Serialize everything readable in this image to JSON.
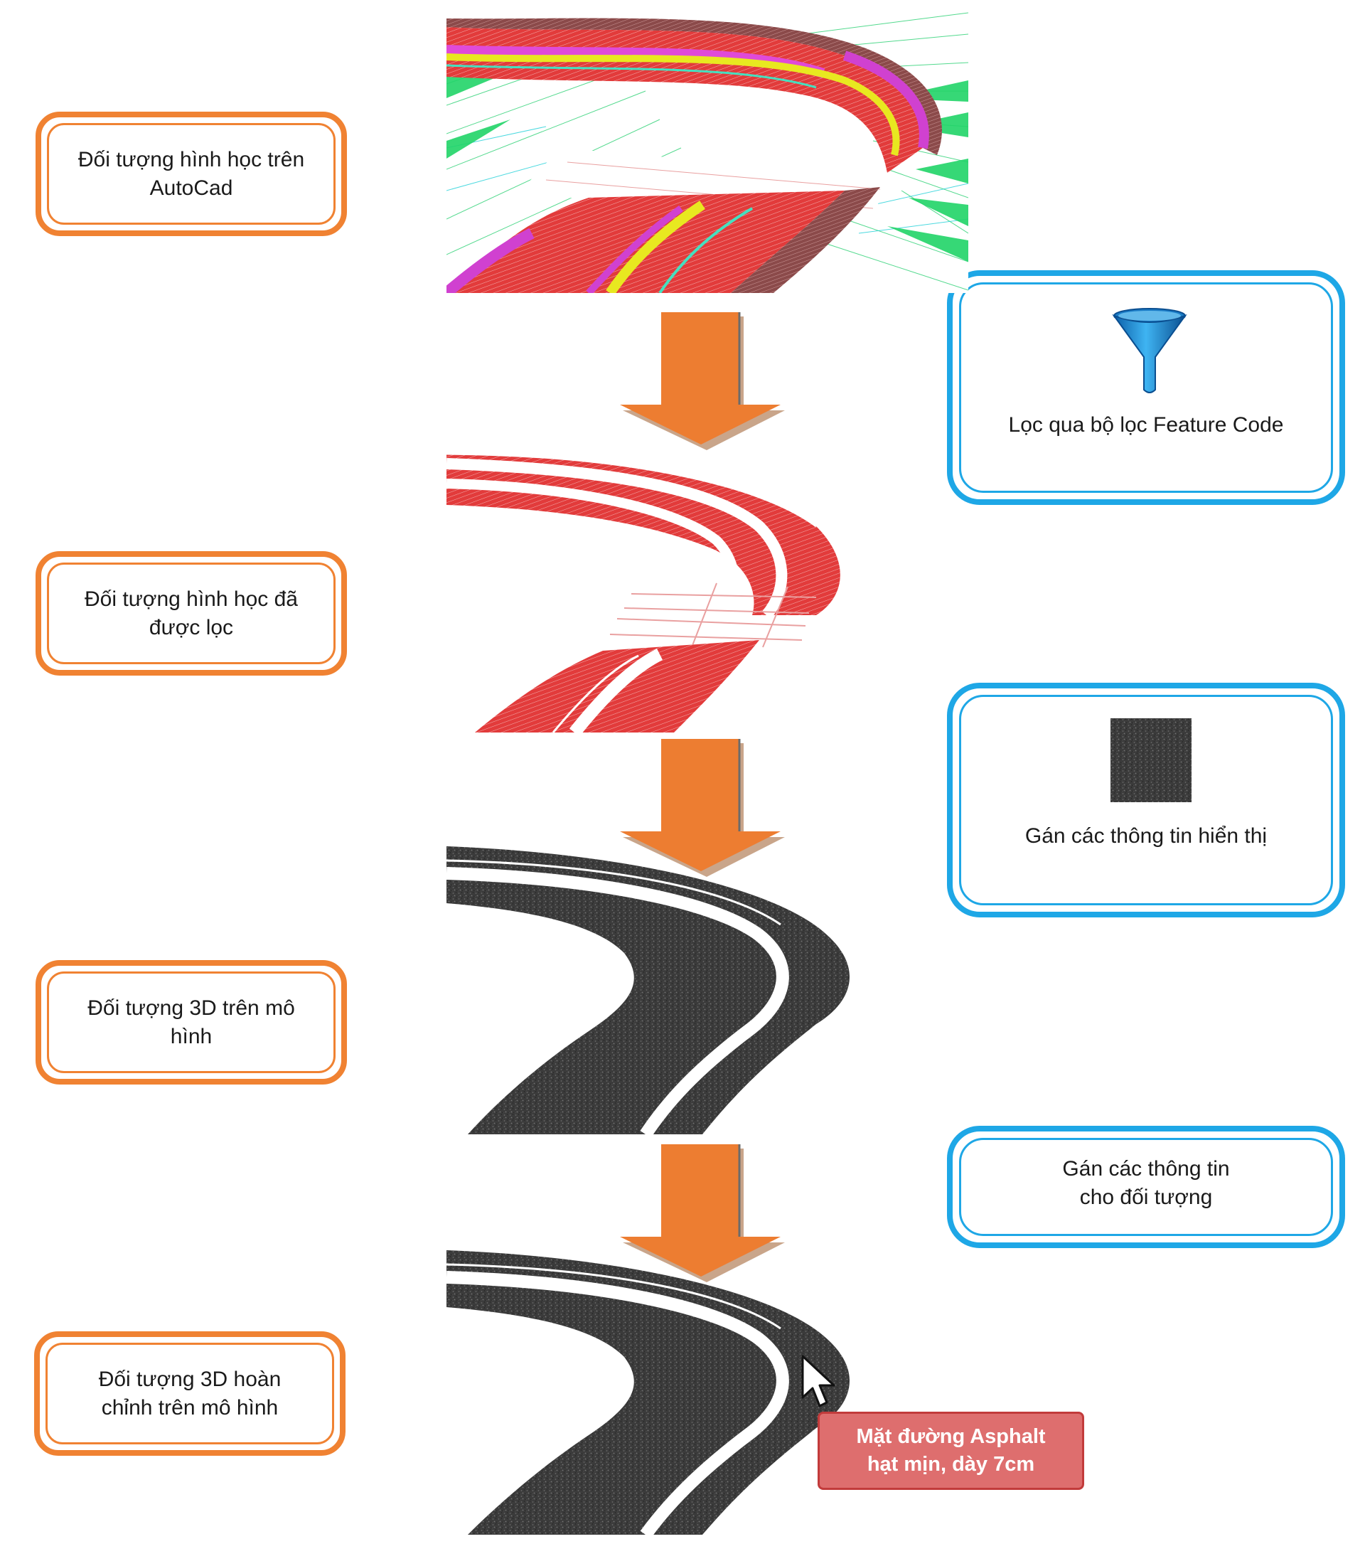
{
  "stages": [
    {
      "id": "autocad",
      "label": "Đối tượng hình học trên\nAutoCad"
    },
    {
      "id": "filtered",
      "label": "Đối tượng hình học đã\nđược lọc"
    },
    {
      "id": "model3d",
      "label": "Đối tượng 3D trên mô\nhình"
    },
    {
      "id": "complete",
      "label": "Đối tượng 3D hoàn\nchỉnh trên mô hình"
    }
  ],
  "processes": [
    {
      "id": "filter",
      "label": "Lọc qua bộ lọc Feature Code",
      "icon": "funnel-icon"
    },
    {
      "id": "display",
      "label": "Gán các thông tin hiển thị",
      "icon": "asphalt-texture-icon"
    },
    {
      "id": "info",
      "label": "Gán các thông tin\ncho đối tượng"
    }
  ],
  "callout": {
    "label": "Mặt đường Asphalt\nhạt mịn, dày 7cm"
  },
  "colors": {
    "stage_border": "#F08232",
    "process_border": "#1EA7E6",
    "arrow": "#ED7D31",
    "road_red": "#E03A3A",
    "asphalt": "#3A3A3A",
    "callout_fill": "#DE6E6E"
  }
}
